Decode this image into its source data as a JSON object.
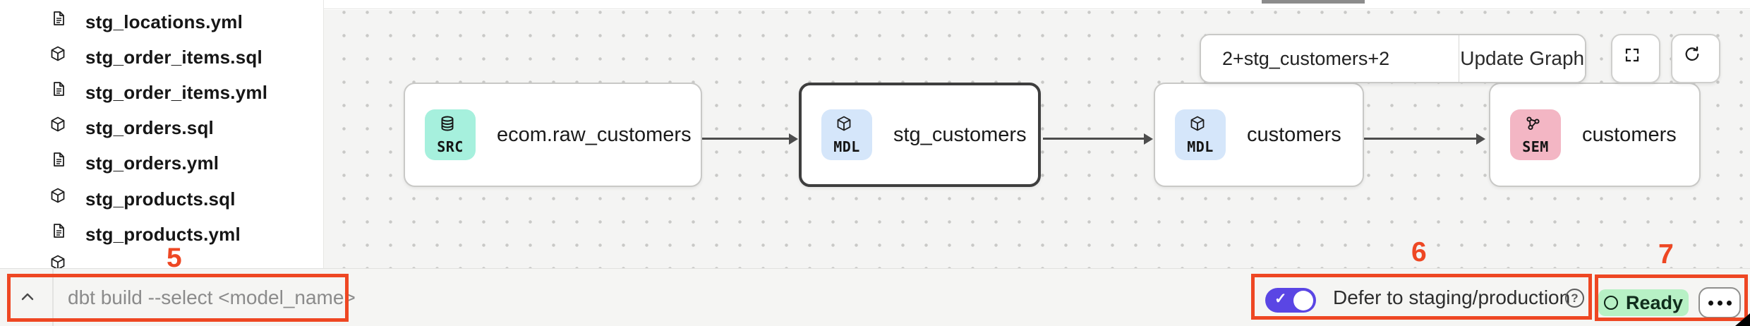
{
  "sidebar": {
    "files": [
      {
        "name": "stg_locations.yml",
        "type": "yml"
      },
      {
        "name": "stg_order_items.sql",
        "type": "sql"
      },
      {
        "name": "stg_order_items.yml",
        "type": "yml"
      },
      {
        "name": "stg_orders.sql",
        "type": "sql"
      },
      {
        "name": "stg_orders.yml",
        "type": "yml"
      },
      {
        "name": "stg_products.sql",
        "type": "sql"
      },
      {
        "name": "stg_products.yml",
        "type": "yml"
      }
    ]
  },
  "lineage": {
    "selector_value": "2+stg_customers+2",
    "update_button_label": "Update Graph",
    "nodes": [
      {
        "badge": "SRC",
        "label": "ecom.raw_customers",
        "icon": "database-icon",
        "badge_color": "#a6f0dd",
        "selected": false
      },
      {
        "badge": "MDL",
        "label": "stg_customers",
        "icon": "cube-icon",
        "badge_color": "#d5e6fa",
        "selected": true
      },
      {
        "badge": "MDL",
        "label": "customers",
        "icon": "cube-icon",
        "badge_color": "#d5e6fa",
        "selected": false
      },
      {
        "badge": "SEM",
        "label": "customers",
        "icon": "semantic-graph-icon",
        "badge_color": "#f3b6c4",
        "selected": false
      }
    ]
  },
  "command_bar": {
    "placeholder": "dbt build --select <model_name>"
  },
  "defer_toggle": {
    "label": "Defer to staging/production",
    "state": "on",
    "color": "#5a46e4",
    "check_glyph": "✓",
    "help_glyph": "?"
  },
  "status_badge": {
    "label": "Ready",
    "bg_color": "#b7f1c5"
  },
  "annotations": {
    "color": "#ee4723",
    "labels": {
      "command": "5",
      "defer": "6",
      "status": "7"
    }
  }
}
